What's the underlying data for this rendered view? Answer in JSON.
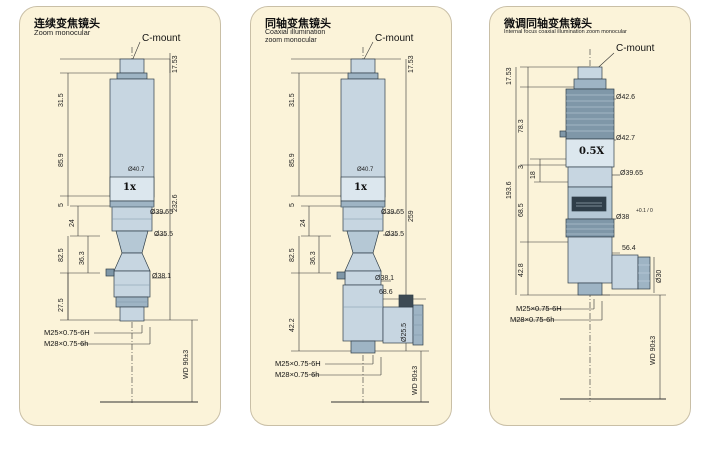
{
  "panels": [
    {
      "title": "连续变焦镜头",
      "subtitle": [
        "Zoom monocular"
      ],
      "c_mount": "C-mount",
      "magnification": "1x",
      "dims": {
        "d1": "17.53",
        "d2": "31.5",
        "d3": "85.9",
        "d4": "5",
        "d5": "24",
        "d6": "82.5",
        "d7": "36.3",
        "d8": "27.5",
        "d9": "232.6",
        "d10": "WD 90±3",
        "d11": "Ø40.7",
        "d12": "Ø39.65",
        "d13": "Ø35.5",
        "d14": "Ø38.1"
      },
      "threads": [
        "M25×0.75-6H",
        "M28×0.75-6h"
      ]
    },
    {
      "title": "同轴变焦镜头",
      "subtitle": [
        "Coaxial illumination",
        "zoom monocular"
      ],
      "c_mount": "C-mount",
      "magnification": "1x",
      "dims": {
        "d1": "17.53",
        "d2": "31.5",
        "d3": "85.9",
        "d4": "5",
        "d5": "24",
        "d6": "82.5",
        "d7": "36.3",
        "d8": "42.2",
        "d9": "259",
        "d10": "WD 90±3",
        "d11": "Ø40.7",
        "d12": "Ø39.65",
        "d13": "Ø35.5",
        "d14": "Ø38.1",
        "d15": "68.6",
        "d16": "Ø25.5"
      },
      "threads": [
        "M25×0.75-6H",
        "M28×0.75-6h"
      ]
    },
    {
      "title": "微调同轴变焦镜头",
      "subtitle": [
        "Internal focus coaxial illumination zoom monocular"
      ],
      "c_mount": "C-mount",
      "magnification": "0.5X",
      "dims": {
        "d1": "17.53",
        "d2": "78.3",
        "d3": "3",
        "d4": "18",
        "d5": "193.6",
        "d6": "68.5",
        "d7": "42.8",
        "d8": "WD 90±3",
        "d9": "Ø42.6",
        "d10": "Ø42.7",
        "d11": "Ø39.65",
        "d12": "Ø38",
        "d12_tol": "+0.1 / 0",
        "d13": "56.4",
        "d14": "Ø30"
      },
      "threads": [
        "M25×0.75-6H",
        "M28×0.75-6h"
      ]
    }
  ],
  "colors": {
    "panel_bg": "#fbf3d9",
    "panel_border": "#c9bfa6",
    "lens_body": "#c7d6e1",
    "lens_shade": "#9eb4c4",
    "knurl": "#7f97a8",
    "line": "#333333"
  }
}
